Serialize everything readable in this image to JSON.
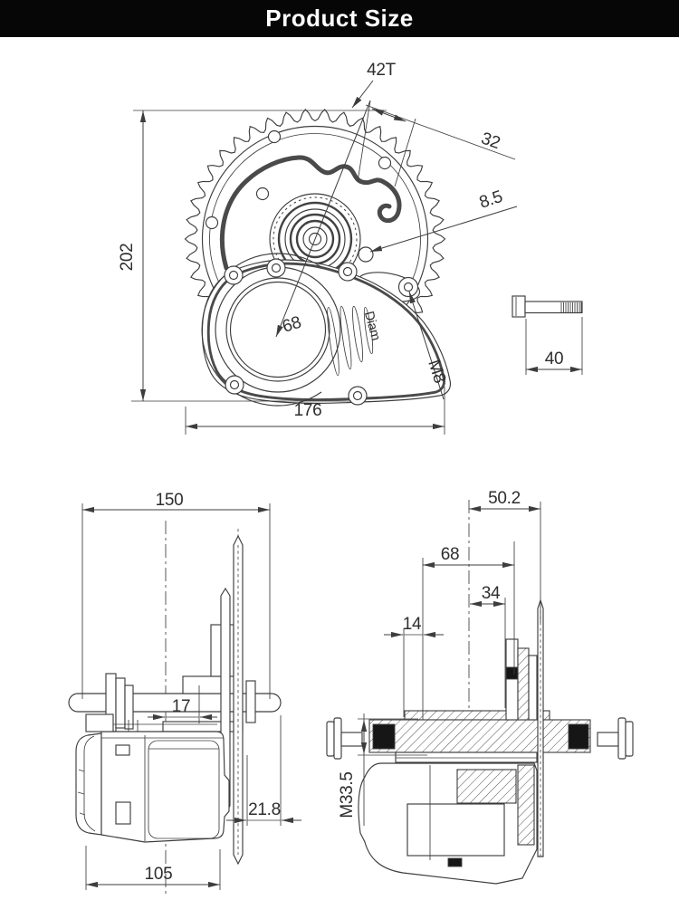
{
  "header": {
    "title": "Product Size"
  },
  "colors": {
    "header_bg": "#060606",
    "header_text": "#ffffff",
    "line": "#3d3d3d",
    "dim_text": "#2e2e2e"
  },
  "front_view": {
    "teeth_label": "42T",
    "dim_chain_width": "32",
    "dim_hole_diameter": "8.5",
    "dim_overall_height": "202",
    "dim_overall_width": "176",
    "dim_bb_diameter": "68",
    "diameter_note": "Diam",
    "mount_thread": "M8"
  },
  "fixing_bolt": {
    "dim_length": "40"
  },
  "side_view": {
    "dim_axle_length": "150",
    "dim_chainline_offset": "17",
    "dim_sprocket_offset": "21.8",
    "dim_body_width": "105"
  },
  "section_view": {
    "dim_axle_right": "50.2",
    "dim_bb_shell": "68",
    "dim_inner_width": "34",
    "dim_flange_width": "14",
    "bb_thread": "M33.5"
  }
}
